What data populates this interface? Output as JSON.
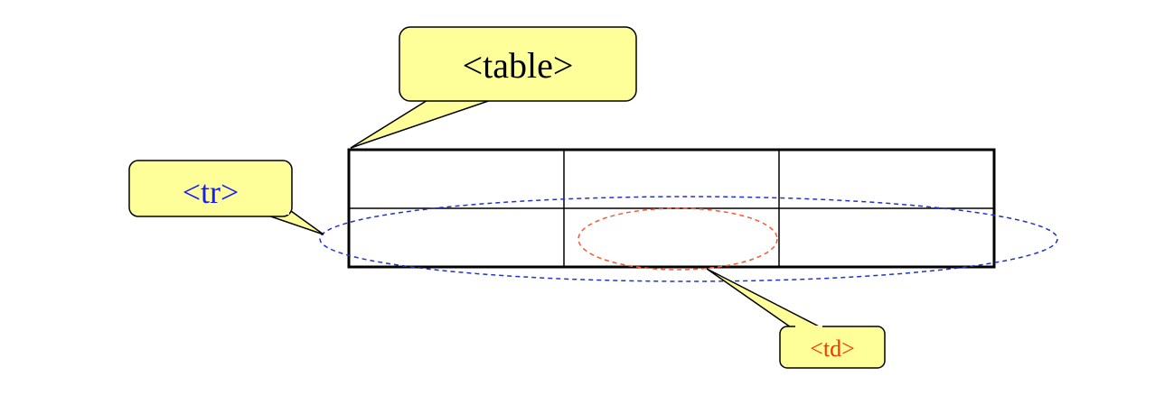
{
  "callouts": {
    "table": {
      "label": "<table>",
      "text_color": "#000000"
    },
    "tr": {
      "label": "<tr>",
      "text_color": "#1a1aff"
    },
    "td": {
      "label": "<td>",
      "text_color": "#ff3300"
    }
  },
  "grid": {
    "rows": 2,
    "columns": 3
  },
  "colors": {
    "callout_fill": "#ffff99",
    "callout_stroke": "#000000",
    "grid_stroke": "#000000",
    "row_highlight": "#2233cc",
    "cell_highlight": "#ff5533"
  }
}
